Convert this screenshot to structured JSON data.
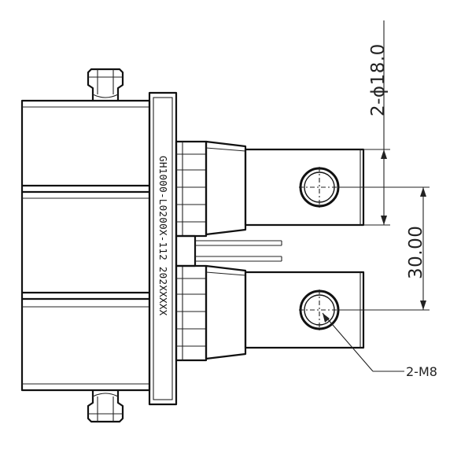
{
  "drawing": {
    "part_marking": "GH1000-L0200X-112  202XXXXX",
    "dimensions": {
      "hole_diameter": "2-ϕ18.0",
      "hole_pitch": "30.00",
      "thread_callout": "2-M8"
    }
  }
}
